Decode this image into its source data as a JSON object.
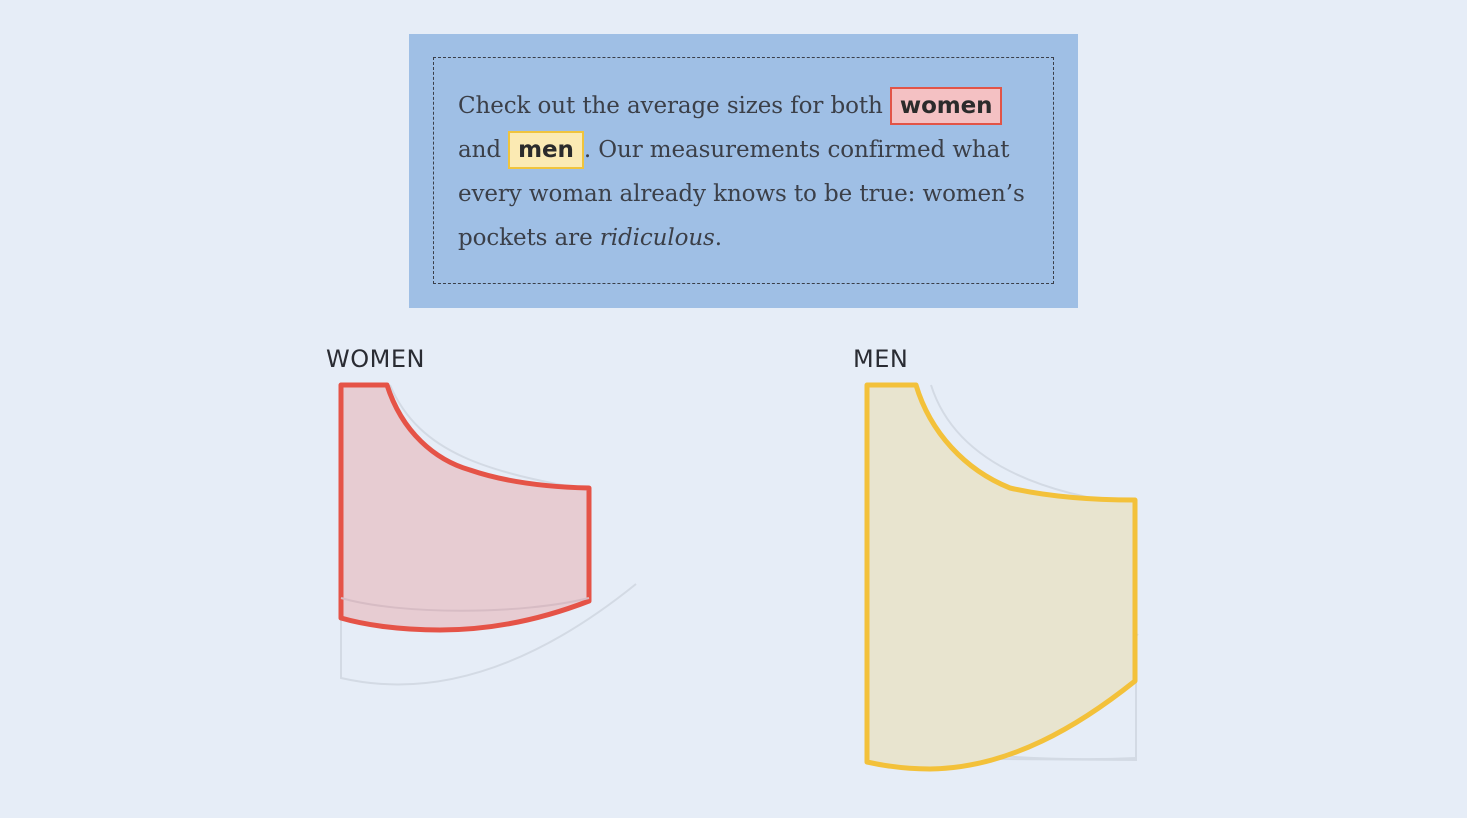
{
  "intro": {
    "text_before": "Check out the average sizes for both ",
    "women_tag": "women",
    "text_mid": " and ",
    "men_tag": "men",
    "text_after": ". Our measurements confirmed what every woman already knows to be true: women’s pockets are ",
    "emphasis": "ridiculous",
    "text_end": "."
  },
  "panels": {
    "women": {
      "label": "WOMEN",
      "stroke": "#e55347",
      "fill": "#e7ccd2"
    },
    "men": {
      "label": "MEN",
      "stroke": "#f3c13a",
      "fill": "#e8e4cf"
    }
  },
  "colors": {
    "background": "#e6edf7",
    "card": "#9fbfe5",
    "ghost_outline": "#d3dae4"
  }
}
